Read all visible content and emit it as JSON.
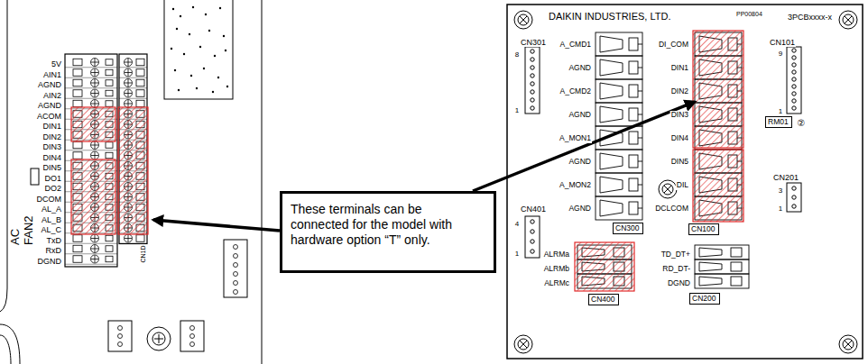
{
  "diagram": {
    "nodes": [
      {
        "text": [
          "These terminals can be connected for the model with hardware option “T” only."
        ]
      },
      {
        "text": [
          "CN300"
        ]
      },
      {
        "text": [
          "CN100"
        ]
      },
      {
        "text": [
          "RM01"
        ]
      },
      {
        "text": [
          "CN400"
        ]
      },
      {
        "text": [
          "CN200"
        ]
      }
    ],
    "labels": [
      "5V",
      "AIN1",
      "AGND",
      "AIN2",
      "AGND",
      "ACOM",
      "DIN1",
      "DIN2",
      "DIN3",
      "DIN4",
      "DIN5",
      "DO1",
      "DO2",
      "DCOM",
      "AL_A",
      "AL_B",
      "AL_C",
      "TxD",
      "RxD",
      "DGND",
      "AC FAN2",
      "CN1D",
      "DAIKIN INDUSTRIES, LTD.",
      "PP00804",
      "3PCBxxxx-x",
      "CN301",
      "8",
      "1",
      "A_CMD1",
      "AGND",
      "A_CMD2",
      "AGND",
      "A_MON1",
      "AGND",
      "A_MON2",
      "AGND",
      "DI_COM",
      "DIN1",
      "DIN2",
      "DIN3",
      "DIN4",
      "DIN5",
      "DIL",
      "DCLCOM",
      "CN101",
      "9",
      "1",
      "CN201",
      "3",
      "1",
      "CN401",
      "4",
      "1",
      "ALRMa",
      "ALRMb",
      "ALRMc",
      "TD_DT+",
      "RD_DT-",
      "DGND",
      "②"
    ]
  }
}
